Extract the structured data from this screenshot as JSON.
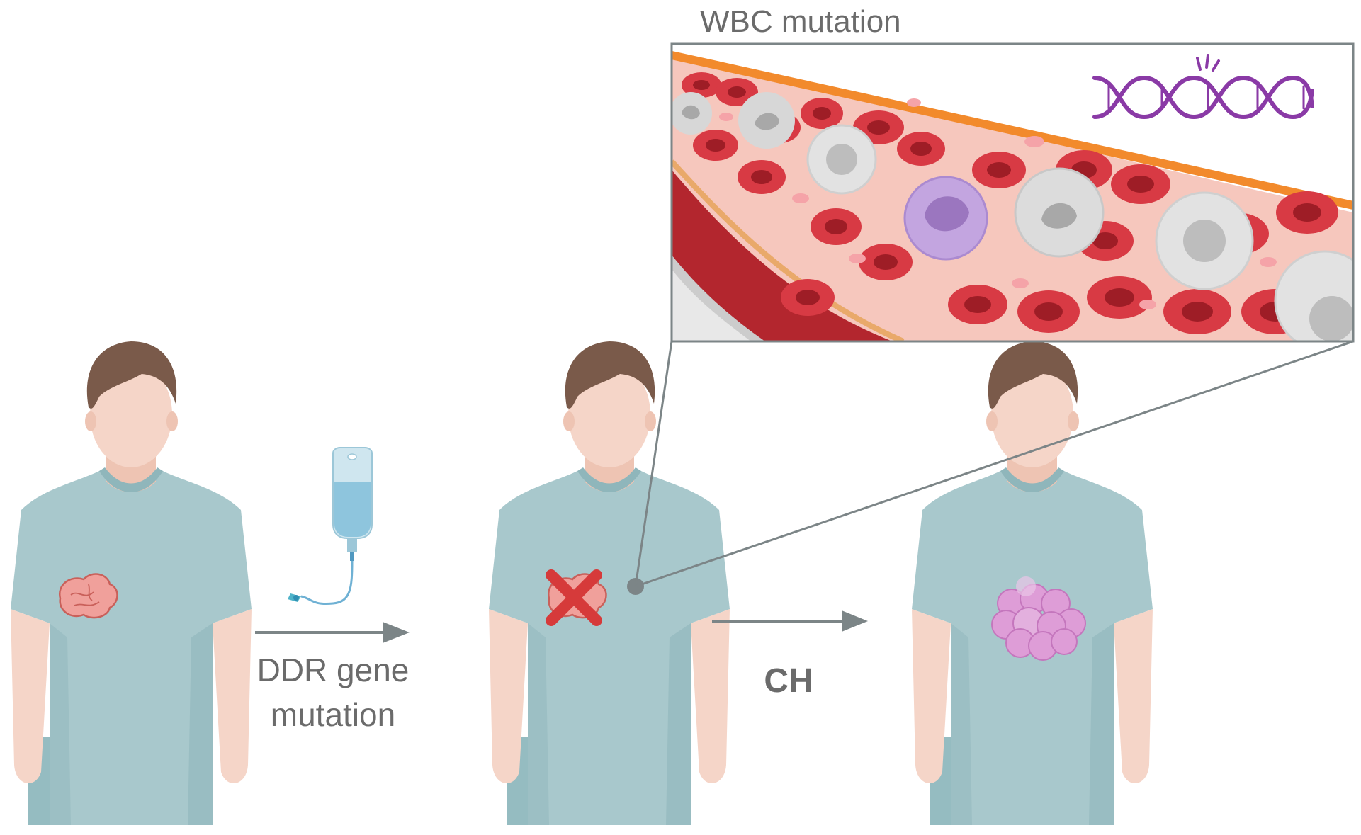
{
  "labels": {
    "inset_title": "WBC mutation",
    "arrow1_line1": "DDR gene",
    "arrow1_line2": "mutation",
    "arrow2": "CH"
  },
  "colors": {
    "gown": "#a8c8cc",
    "gown_shadow": "#8fb6bb",
    "skin": "#f5d5c8",
    "skin_shadow": "#eec4b3",
    "hair": "#7a5a4a",
    "tumor": "#f0a09b",
    "tumor_outline": "#c9605a",
    "red_x": "#d63a3a",
    "rbc": "#d83a44",
    "rbc_dark": "#9e1d26",
    "vessel_wall": "#f28a2c",
    "plasma": "#f6c7bd",
    "platelet": "#f5a3a8",
    "wbc_gray": "#d7d7d7",
    "wbc_purple": "#c3a5e0",
    "dna": "#8a3aa6",
    "arrow": "#7c8587",
    "leader_line": "#7c8587",
    "malignant_cells": "#e39ad8",
    "text_label": "#6b6b6b"
  },
  "icons": {
    "patient_1": "patient-with-tumor",
    "iv_bag": "iv-chemotherapy-bag",
    "patient_2": "patient-tumor-eliminated",
    "patient_3": "patient-with-new-malignancy",
    "dna": "dna-double-helix-icon",
    "mutation_spark": "mutation-spark-icon"
  }
}
